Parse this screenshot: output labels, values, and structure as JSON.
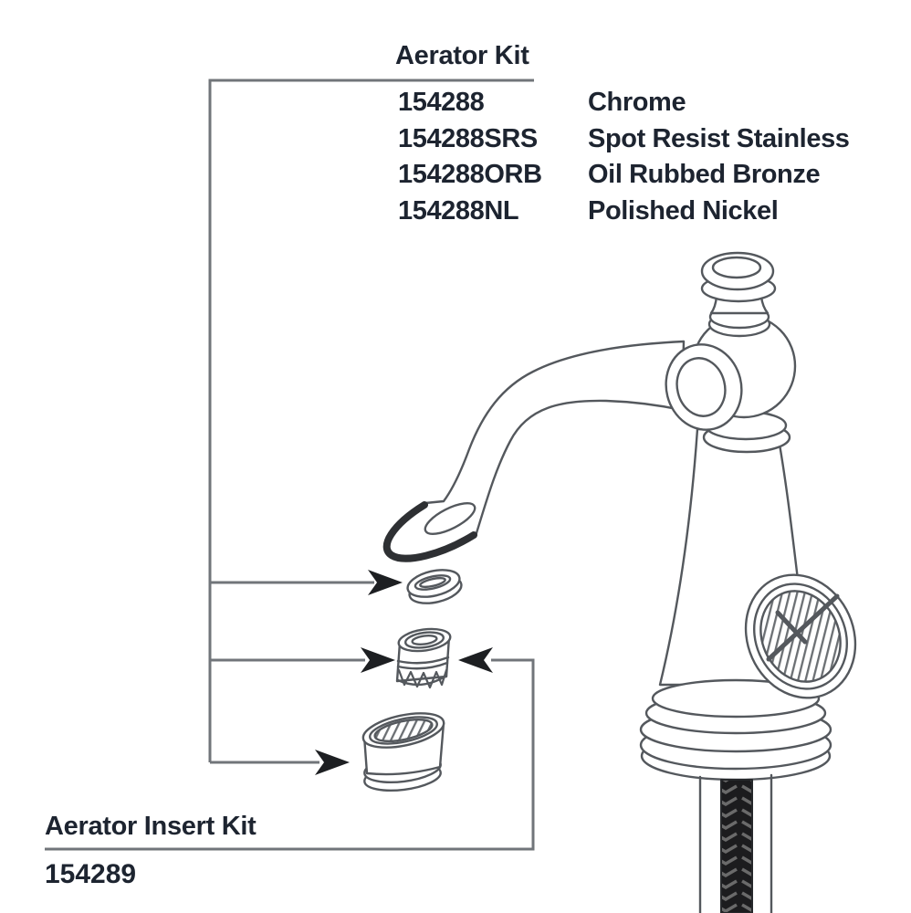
{
  "page": {
    "background": "#ffffff",
    "text_color": "#1d2430",
    "callout_line_color": "#71757a",
    "arrow_color": "#1d1f22",
    "drawing_line_color": "#54585d"
  },
  "aerator_kit": {
    "title": "Aerator Kit",
    "parts": [
      {
        "sku": "154288",
        "finish": "Chrome"
      },
      {
        "sku": "154288SRS",
        "finish": "Spot Resist Stainless"
      },
      {
        "sku": "154288ORB",
        "finish": "Oil Rubbed Bronze"
      },
      {
        "sku": "154288NL",
        "finish": "Polished Nickel"
      }
    ]
  },
  "aerator_insert_kit": {
    "title": "Aerator Insert Kit",
    "sku": "154289"
  }
}
